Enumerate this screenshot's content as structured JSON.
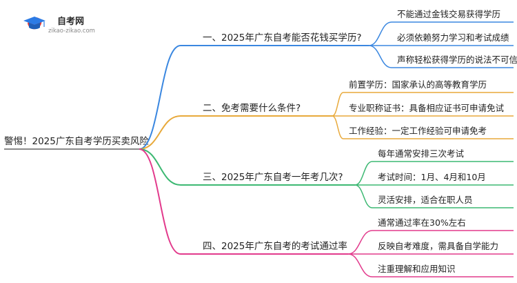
{
  "logo": {
    "name": "自考网",
    "domain": "zikao-zikao.com"
  },
  "root": {
    "label": "警惕！2025广东自考学历买卖风险"
  },
  "branches": [
    {
      "label": "一、2025年广东自考能否花钱买学历?",
      "color": "#3a87e0",
      "leaves": [
        "不能通过金钱交易获得学历",
        "必须依赖努力学习和考试成绩",
        "声称轻松获得学历的说法不可信"
      ]
    },
    {
      "label": "二、免考需要什么条件?",
      "color": "#e8a93a",
      "leaves": [
        "前置学历：国家承认的高等教育学历",
        "专业职称证书：具备相应证书可申请免试",
        "工作经验：一定工作经验可申请免考"
      ]
    },
    {
      "label": "三、2025年广东自考一年考几次?",
      "color": "#3cb872",
      "leaves": [
        "每年通常安排三次考试",
        "考试时间：1月、4月和10月",
        "灵活安排，适合在职人员"
      ]
    },
    {
      "label": "四、2025年广东自考的考试通过率",
      "color": "#e23a8c",
      "leaves": [
        "通常通过率在30%左右",
        "反映自考难度，需具备自学能力",
        "注重理解和应用知识"
      ]
    }
  ]
}
